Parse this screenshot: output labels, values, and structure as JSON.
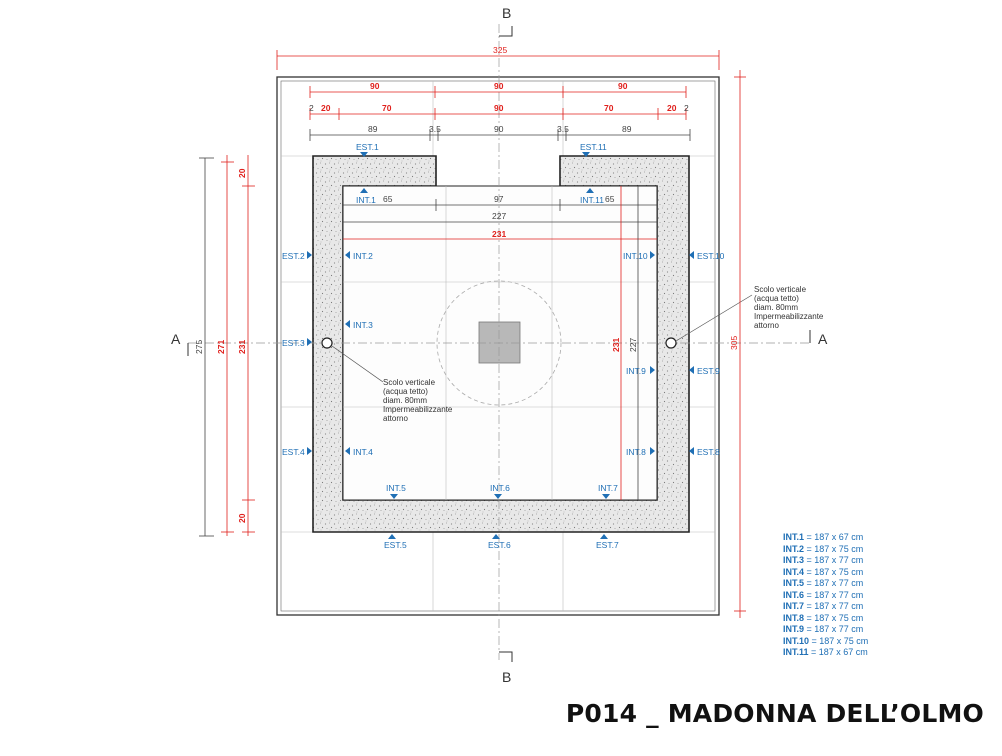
{
  "title": "P014 _ MADONNA DELL’OLMO",
  "section_marks": {
    "a_left": "A",
    "a_right": "A",
    "b_top": "B",
    "b_bottom": "B"
  },
  "dims": {
    "outer_width": "325",
    "top_red": [
      "90",
      "90",
      "90"
    ],
    "second_red": [
      "20",
      "70",
      "90",
      "70",
      "20"
    ],
    "edge_small": [
      "2",
      "2"
    ],
    "third_black": [
      "89",
      "3.5",
      "90",
      "3.5",
      "89"
    ],
    "inner_black_left": "65",
    "inner_black_mid": "97",
    "inner_black_right": "65",
    "inner_227": "227",
    "inner_231": "231",
    "right_305": "305",
    "right_inner_red": "231",
    "right_inner_black": "227",
    "left_outer": "275",
    "left_mid_red": "271",
    "left_inner_red": "231",
    "left_top_red": "20",
    "left_bottom_red": "20"
  },
  "labels": {
    "est": [
      "EST.1",
      "EST.2",
      "EST.3",
      "EST.4",
      "EST.5",
      "EST.6",
      "EST.7",
      "EST.8",
      "EST.9",
      "EST.10",
      "EST.11"
    ],
    "int": [
      "INT.1",
      "INT.2",
      "INT.3",
      "INT.4",
      "INT.5",
      "INT.6",
      "INT.7",
      "INT.8",
      "INT.9",
      "INT.10",
      "INT.11"
    ]
  },
  "notes": {
    "left": [
      "Scolo verticale",
      "(acqua tetto)",
      "diam. 80mm",
      "Impermeabilizzante",
      " attorno"
    ],
    "right": [
      "Scolo verticale",
      "(acqua tetto)",
      "diam. 80mm",
      "Impermeabilizzante",
      "attorno"
    ]
  },
  "legend": [
    {
      "key": "INT.1",
      "value": " = 187 x 67 cm"
    },
    {
      "key": "INT.2",
      "value": " = 187 x 75 cm"
    },
    {
      "key": "INT.3",
      "value": " = 187 x 77 cm"
    },
    {
      "key": "INT.4",
      "value": " = 187 x 75 cm"
    },
    {
      "key": "INT.5",
      "value": " = 187 x 77 cm"
    },
    {
      "key": "INT.6",
      "value": " = 187 x 77 cm"
    },
    {
      "key": "INT.7",
      "value": " = 187 x 77 cm"
    },
    {
      "key": "INT.8",
      "value": " = 187 x 75 cm"
    },
    {
      "key": "INT.9",
      "value": " = 187 x 77 cm"
    },
    {
      "key": "INT.10",
      "value": " = 187 x 75 cm"
    },
    {
      "key": "INT.11",
      "value": " = 187 x 67 cm"
    }
  ],
  "colors": {
    "dimension_red": "#e0201c",
    "label_blue": "#1f6fb5",
    "line": "#333333",
    "wall_fill": "#e9e9e9"
  }
}
